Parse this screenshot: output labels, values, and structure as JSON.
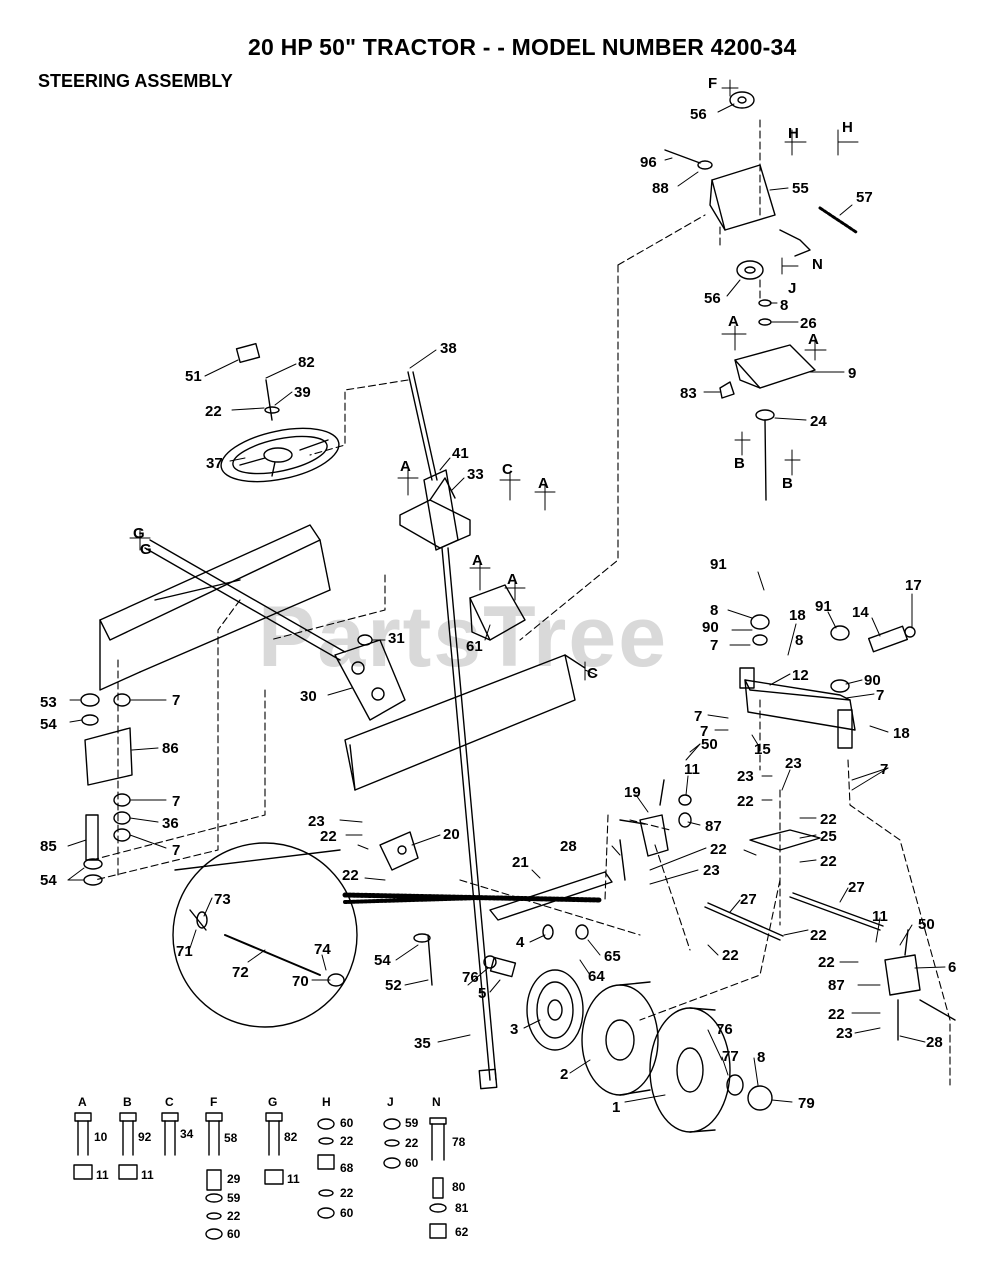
{
  "title": "20 HP 50\" TRACTOR - - MODEL NUMBER 4200-34",
  "section": "STEERING ASSEMBLY",
  "watermark": "PartsTree",
  "callouts": {
    "p56a": "56",
    "p96": "96",
    "p88": "88",
    "p55": "55",
    "p57": "57",
    "p56b": "56",
    "p8a": "8",
    "p26": "26",
    "p9": "9",
    "p83": "83",
    "p24": "24",
    "p51": "51",
    "p82": "82",
    "p38": "38",
    "p22a": "22",
    "p39": "39",
    "p37": "37",
    "p41": "41",
    "p33": "33",
    "p61": "61",
    "p31": "31",
    "p30": "30",
    "p53": "53",
    "p7a": "7",
    "p54a": "54",
    "p86": "86",
    "p7b": "7",
    "p36": "36",
    "p7c": "7",
    "p85": "85",
    "p54b": "54",
    "p91a": "91",
    "p8b": "8",
    "p18a": "18",
    "p91b": "91",
    "p14": "14",
    "p17": "17",
    "p90a": "90",
    "p7d": "7",
    "p8c": "8",
    "p12": "12",
    "p90b": "90",
    "p7e": "7",
    "p7f": "7",
    "p7g": "7",
    "p15": "15",
    "p18b": "18",
    "p23a": "23",
    "p23b": "23",
    "p7h": "7",
    "p11a": "11",
    "p50a": "50",
    "p22b": "22",
    "p19": "19",
    "p87a": "87",
    "p22c": "22",
    "p25": "25",
    "p23c": "23",
    "p22d": "22",
    "p20": "20",
    "p28a": "28",
    "p22e": "22",
    "p22f": "22",
    "p23d": "23",
    "p22g": "22",
    "p21": "21",
    "p27a": "27",
    "p27b": "27",
    "p73": "73",
    "p71": "71",
    "p72": "72",
    "p74": "74",
    "p70": "70",
    "p54c": "54",
    "p52": "52",
    "p4": "4",
    "p65": "65",
    "p64": "64",
    "p76a": "76",
    "p5": "5",
    "p22h": "22",
    "p11b": "11",
    "p50b": "50",
    "p22i": "22",
    "p6": "6",
    "p87b": "87",
    "p22j": "22",
    "p23e": "23",
    "p28b": "28",
    "p3": "3",
    "p35": "35",
    "p2": "2",
    "p76b": "76",
    "p77": "77",
    "p8d": "8",
    "p1": "1",
    "p79": "79"
  },
  "letters": {
    "F": "F",
    "H1": "H",
    "H2": "H",
    "N": "N",
    "J": "J",
    "A1": "A",
    "A2": "A",
    "B1": "B",
    "B2": "B",
    "A3": "A",
    "C1": "C",
    "A4": "A",
    "A5": "A",
    "A6": "A",
    "C2": "C",
    "G1": "G",
    "G2": "G"
  },
  "legend": [
    {
      "letter": "A",
      "items": [
        {
          "n": "10"
        },
        {
          "n": "11"
        }
      ]
    },
    {
      "letter": "B",
      "items": [
        {
          "n": "92"
        },
        {
          "n": "11"
        }
      ]
    },
    {
      "letter": "C",
      "items": [
        {
          "n": "34"
        }
      ]
    },
    {
      "letter": "F",
      "items": [
        {
          "n": "58"
        },
        {
          "n": "29"
        },
        {
          "n": "59"
        },
        {
          "n": "22"
        },
        {
          "n": "60"
        }
      ]
    },
    {
      "letter": "G",
      "items": [
        {
          "n": "82"
        },
        {
          "n": "11"
        }
      ]
    },
    {
      "letter": "H",
      "items": [
        {
          "n": "60"
        },
        {
          "n": "22"
        },
        {
          "n": "68"
        },
        {
          "n": "22"
        },
        {
          "n": "60"
        }
      ]
    },
    {
      "letter": "J",
      "items": [
        {
          "n": "59"
        },
        {
          "n": "22"
        },
        {
          "n": "60"
        }
      ]
    },
    {
      "letter": "N",
      "items": [
        {
          "n": "78"
        },
        {
          "n": "80"
        },
        {
          "n": "81"
        },
        {
          "n": "62"
        }
      ]
    }
  ]
}
